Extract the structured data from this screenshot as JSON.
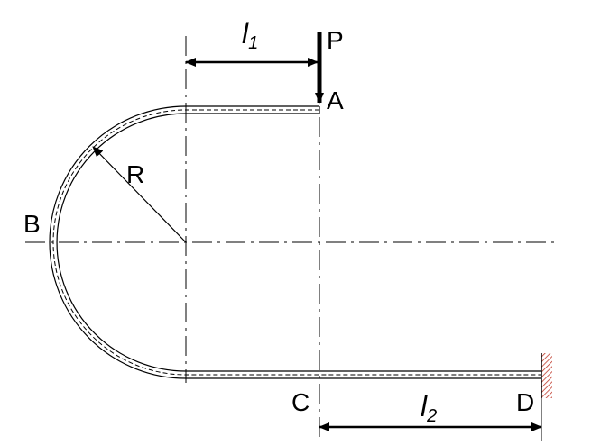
{
  "labels": {
    "P": "P",
    "A": "A",
    "B": "B",
    "C": "C",
    "D": "D",
    "R": "R",
    "l1_main": "l",
    "l1_sub": "1",
    "l2_main": "l",
    "l2_sub": "2"
  },
  "colors": {
    "stroke": "#000000",
    "wall_hatch": "#c0392b"
  }
}
